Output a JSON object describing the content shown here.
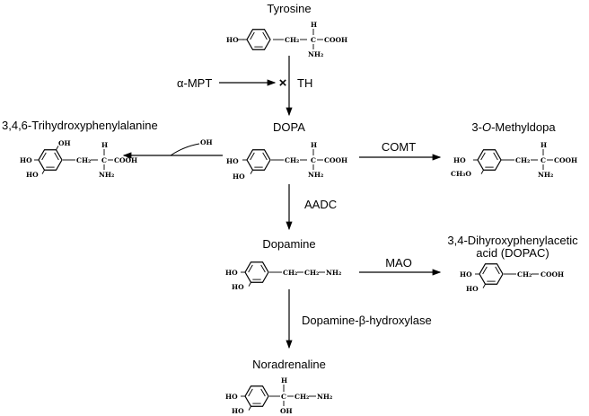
{
  "compounds": {
    "tyrosine": {
      "name": "Tyrosine",
      "atoms": {
        "ho": "HO",
        "ch2": "CH₂",
        "c": "C",
        "h": "H",
        "cooh": "COOH",
        "nh2": "NH₂"
      }
    },
    "dopa": {
      "name": "DOPA",
      "atoms": {
        "ho1": "HO",
        "ho2": "HO",
        "ch2": "CH₂",
        "c": "C",
        "h": "H",
        "cooh": "COOH",
        "nh2": "NH₂"
      }
    },
    "trihydroxy": {
      "name": "3,4,6-Trihydroxyphenylalanine",
      "atoms": {
        "ho1": "HO",
        "ho2": "HO",
        "oh": "OH",
        "ch2": "CH₂",
        "c": "C",
        "h": "H",
        "cooh": "COOH",
        "nh2": "NH₂"
      }
    },
    "methyldopa": {
      "name_prefix": "3-",
      "name_italic": "O",
      "name_suffix": "-Methyldopa",
      "atoms": {
        "ho": "HO",
        "ch3o": "CH₃O",
        "ch2": "CH₂",
        "c": "C",
        "h": "H",
        "cooh": "COOH",
        "nh2": "NH₂"
      }
    },
    "dopamine": {
      "name": "Dopamine",
      "atoms": {
        "ho1": "HO",
        "ho2": "HO",
        "ch2a": "CH₂",
        "ch2b": "CH₂",
        "nh2": "NH₂"
      }
    },
    "dopac": {
      "name_line1": "3,4-Dihyroxyphenylacetic",
      "name_line2": "acid (DOPAC)",
      "atoms": {
        "ho1": "HO",
        "ho2": "HO",
        "ch2": "CH₂",
        "cooh": "COOH"
      }
    },
    "noradrenaline": {
      "name": "Noradrenaline",
      "atoms": {
        "ho1": "HO",
        "ho2": "HO",
        "c": "C",
        "h": "H",
        "oh": "OH",
        "ch2": "CH₂",
        "nh2": "NH₂"
      }
    }
  },
  "reactions": {
    "th": {
      "enzyme": "TH",
      "inhibitor": "α-MPT",
      "block_mark": "×"
    },
    "hydroxylation": {
      "reagent": "OH"
    },
    "comt": {
      "enzyme": "COMT"
    },
    "aadc": {
      "enzyme": "AADC"
    },
    "mao": {
      "enzyme": "MAO"
    },
    "dbh": {
      "enzyme": "Dopamine-β-hydroxylase"
    }
  }
}
